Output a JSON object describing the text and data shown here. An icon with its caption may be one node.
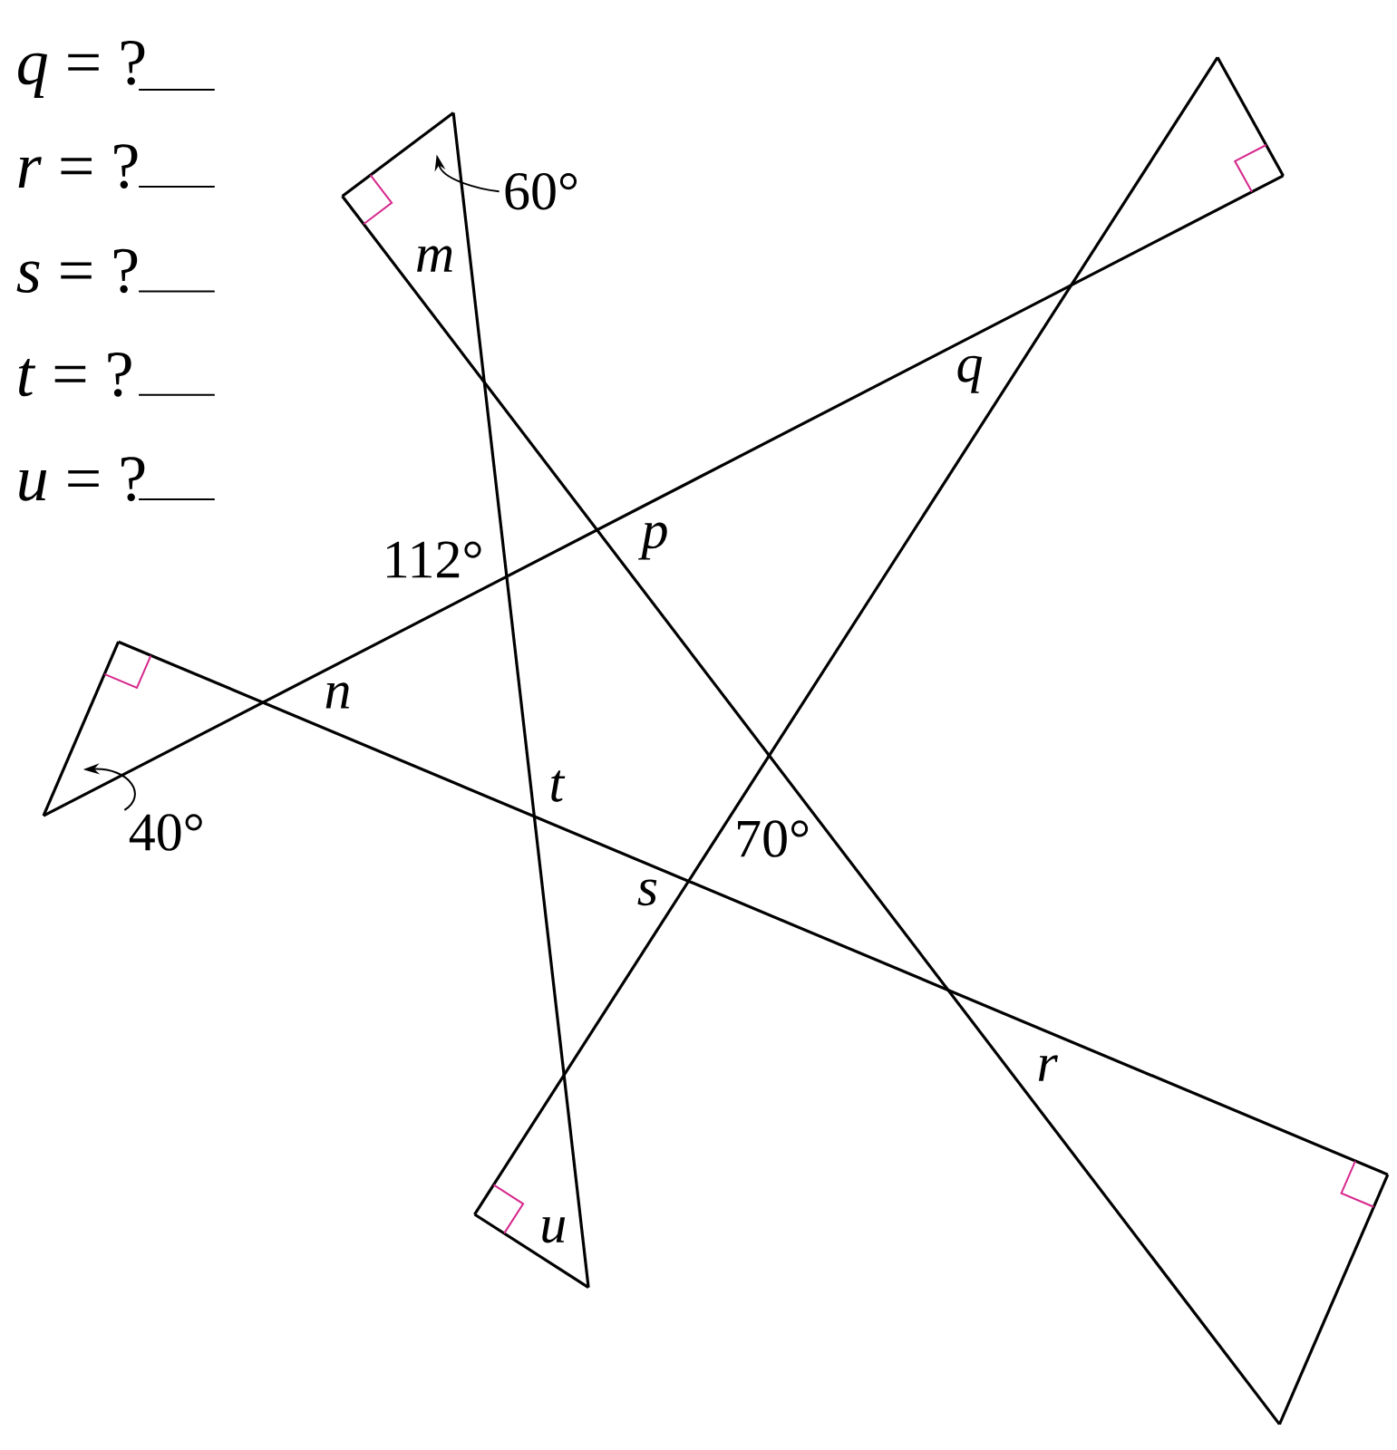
{
  "diagram": {
    "nodes": [
      {
        "text": [
          "60°"
        ]
      },
      {
        "text": [
          "40°"
        ]
      }
    ],
    "edges": [
      {
        "from": 0,
        "to": null,
        "arrow": "to"
      },
      {
        "from": 1,
        "to": null,
        "arrow": "to"
      }
    ],
    "labels": [
      "*q* = ?",
      "*r* = ?",
      "*s* = ?",
      "*t* = ?",
      "*u* = ?",
      "*m*",
      "*q*",
      "112°",
      "*p*",
      "*n*",
      "*t*",
      "70°",
      "*s*",
      "*r*",
      "*u*"
    ]
  }
}
